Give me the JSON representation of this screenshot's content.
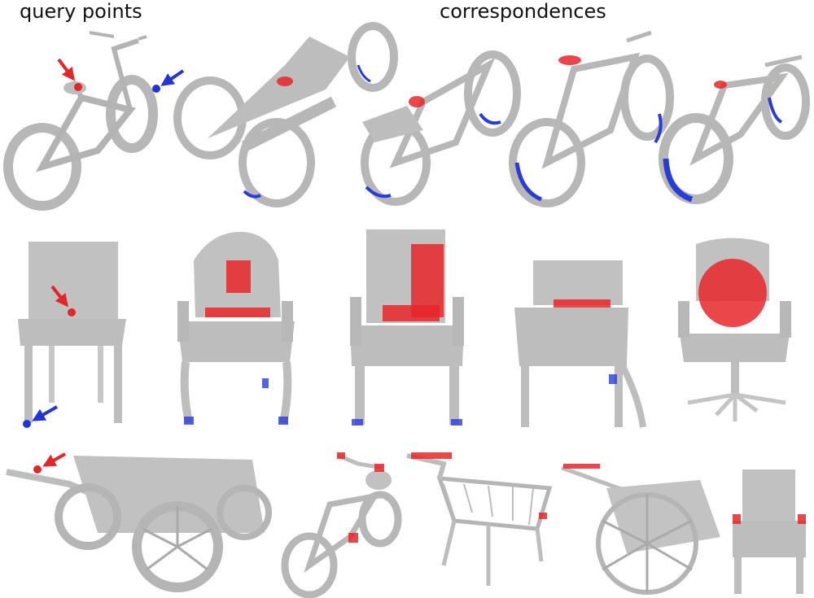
{
  "headers": {
    "query": "query points",
    "correspondences": "correspondences"
  },
  "colors": {
    "point_cloud": "#bdbdbd",
    "red_query": "#e3262a",
    "blue_query": "#2433d6"
  },
  "rows": [
    {
      "category": "bicycle",
      "query_shape": "bicycle",
      "correspondence_shapes": [
        "tricycle",
        "mountain-bike",
        "road-bike",
        "bicycle"
      ]
    },
    {
      "category": "chair",
      "query_shape": "chair",
      "correspondence_shapes": [
        "armchair",
        "armchair",
        "armchair",
        "office-chair"
      ]
    },
    {
      "category": "cart",
      "query_shape": "wagon",
      "correspondence_shapes": [
        "bicycle",
        "shopping-cart",
        "wheelbarrow",
        "chair"
      ]
    }
  ]
}
